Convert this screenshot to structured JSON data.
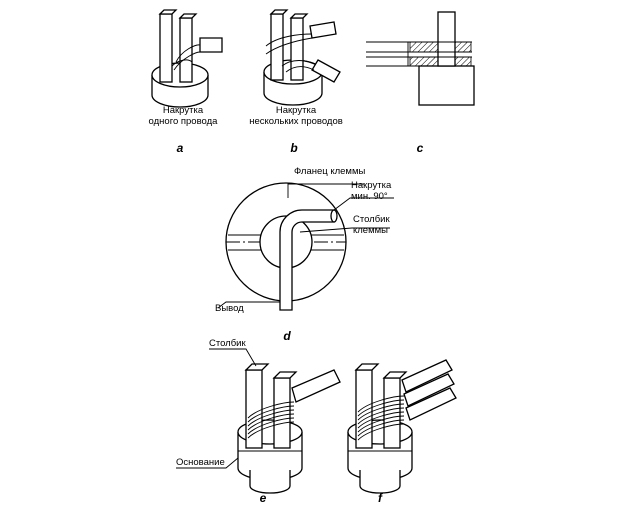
{
  "figures": {
    "a": {
      "letter": "a",
      "caption_line1": "Накрутка",
      "caption_line2": "одного провода"
    },
    "b": {
      "letter": "b",
      "caption_line1": "Накрутка",
      "caption_line2": "нескольких проводов"
    },
    "c": {
      "letter": "c"
    },
    "d": {
      "letter": "d",
      "label_flange": "Фланец клеммы",
      "label_wrap_line1": "Накрутка",
      "label_wrap_line2": "мин. 90°",
      "label_post_line1": "Столбик",
      "label_post_line2": "клеммы",
      "label_lead": "Вывод"
    },
    "e": {
      "letter": "e",
      "label_post": "Столбик",
      "label_base": "Основание"
    },
    "f": {
      "letter": "f"
    }
  }
}
